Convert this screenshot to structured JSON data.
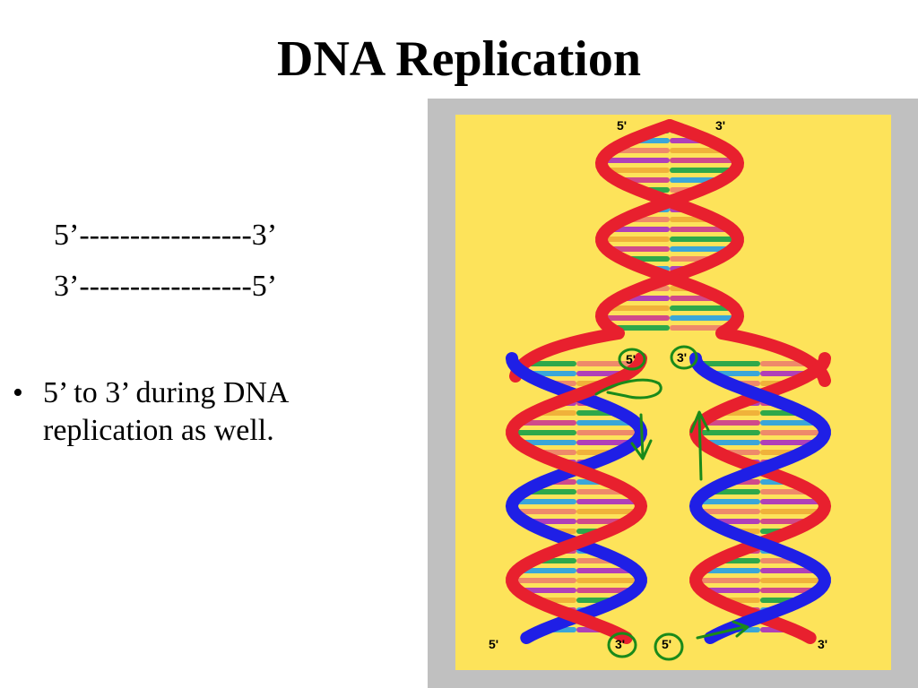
{
  "slide": {
    "title": "DNA Replication",
    "strand_top": "5’-----------------3’",
    "strand_bottom": "3’-----------------5’",
    "bullets": [
      "5’ to 3’ during DNA replication as well."
    ]
  },
  "figure": {
    "labels": {
      "top_left": "5'",
      "top_right": "3'",
      "fork_left": "5'",
      "fork_right": "3'",
      "bottom_left_outer": "5'",
      "bottom_left_inner": "3'",
      "bottom_right_inner": "5'",
      "bottom_right_outer": "3'"
    },
    "colors": {
      "background": "#fde35a",
      "frame": "#c0c0c0",
      "parent_strand": "#e8202e",
      "new_strand": "#1f1fe6",
      "annotation": "#1a8a1a",
      "base_colors": [
        "#2ea84a",
        "#3aa6d8",
        "#ee8a6a",
        "#b040b8",
        "#f0b23a",
        "#d04a8a"
      ]
    }
  }
}
